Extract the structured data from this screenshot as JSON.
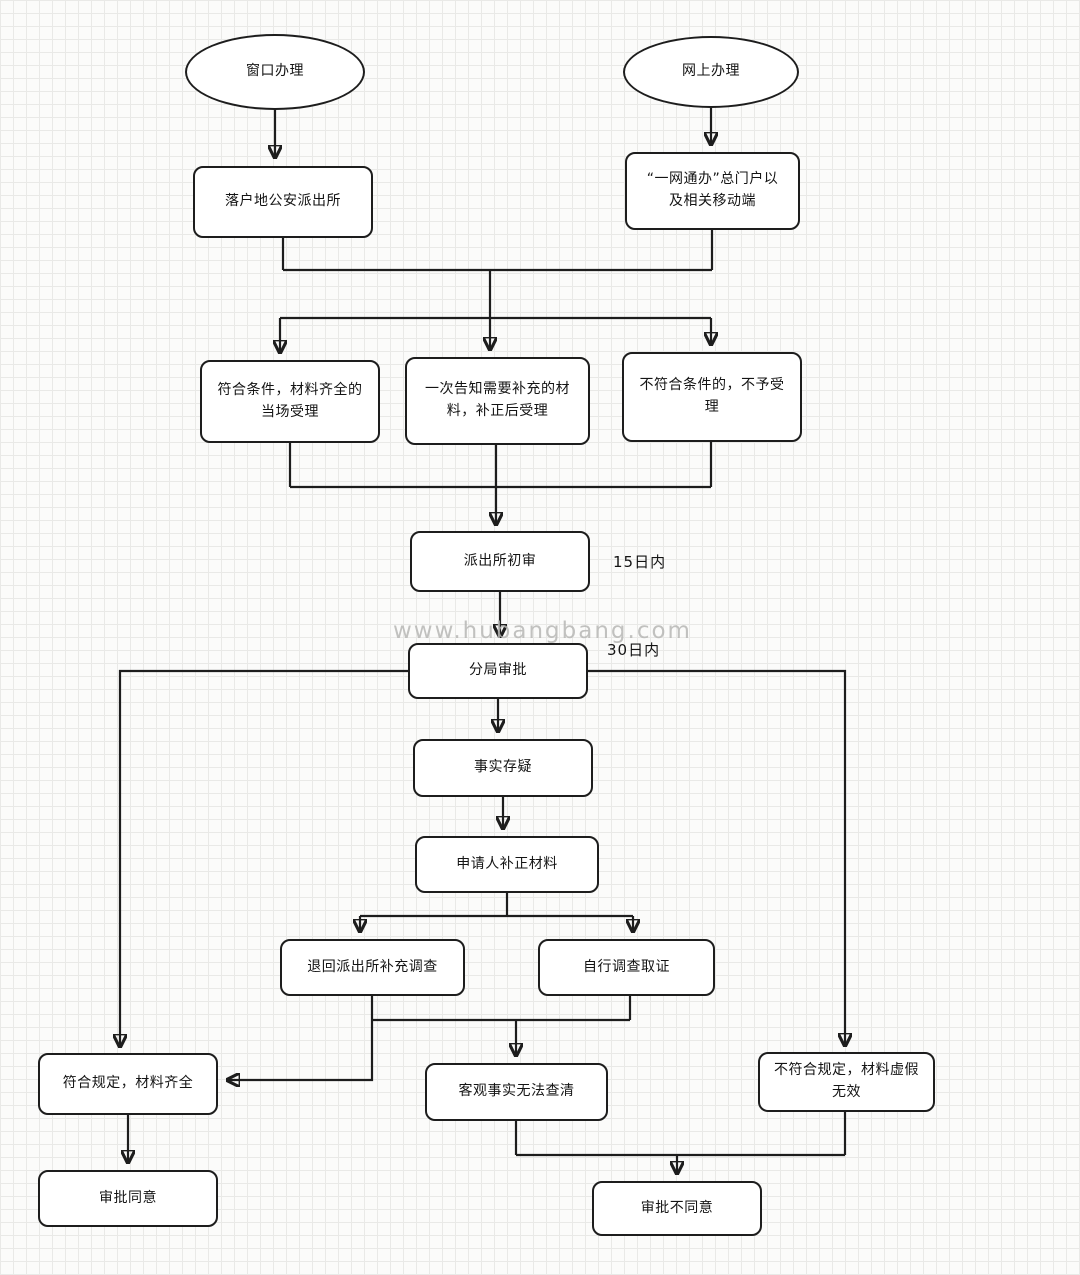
{
  "diagram": {
    "watermark": "www.hubangbang.com",
    "annotations": {
      "initial_review_sla": "15日内",
      "bureau_approval_sla": "30日内"
    },
    "nodes": {
      "window": "窗口办理",
      "online": "网上办理",
      "police_station": "落户地公安派出所",
      "portal": "“一网通办”总门户以及相关移动端",
      "accept_onsite": "符合条件，材料齐全的当场受理",
      "one_time_notice": "一次告知需要补充的材料，补正后受理",
      "not_accepted": "不符合条件的，不予受理",
      "initial_review": "派出所初审",
      "bureau_approval": "分局审批",
      "facts_in_doubt": "事实存疑",
      "applicant_supplement": "申请人补正材料",
      "return_investigation": "退回派出所补充调查",
      "self_investigation": "自行调查取证",
      "comply": "符合规定，材料齐全",
      "unverifiable": "客观事实无法查清",
      "noncomply": "不符合规定，材料虚假无效",
      "approved": "审批同意",
      "not_approved": "审批不同意"
    },
    "colors": {
      "stroke": "#1d1d1d",
      "node_fill": "#ffffff",
      "watermark": "#b7b7b5"
    }
  }
}
